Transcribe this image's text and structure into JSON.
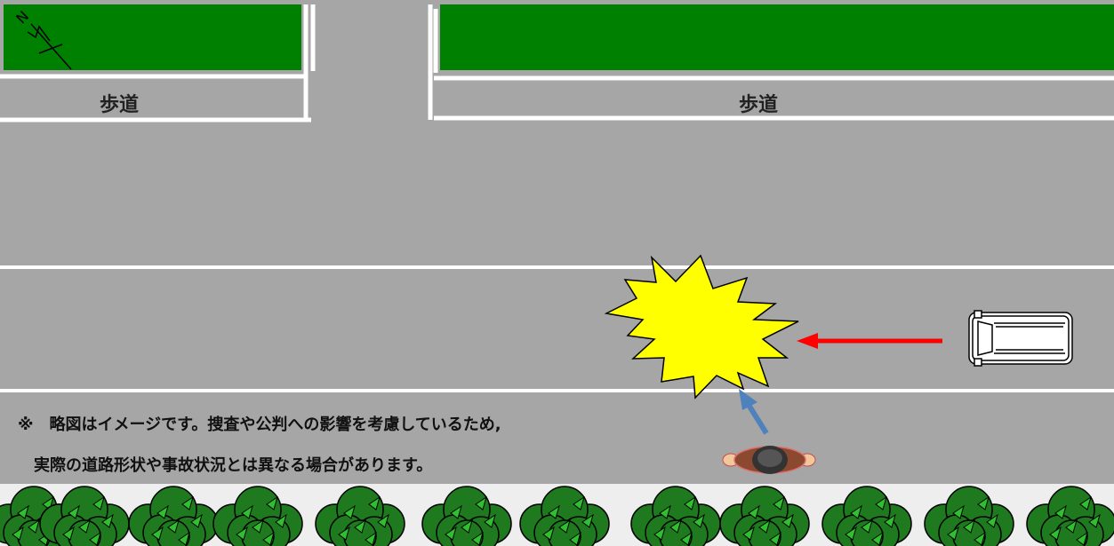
{
  "sidewalk_left_label": "歩道",
  "sidewalk_right_label": "歩道",
  "compass_label": "N",
  "note_line1": "※　略図はイメージです。捜査や公判への影響を考慮しているため,",
  "note_line2": "実際の道路形状や事故状況とは異なる場合があります。",
  "colors": {
    "grass": "#008000",
    "road": "#a6a6a6",
    "sidewalk": "#a6a6a6",
    "lane_line": "#ffffff",
    "shrub_strip": "#eeeeee",
    "impact": "#ffff00",
    "vehicle_arrow": "#ff0000",
    "pedestrian_arrow": "#4f81bd"
  },
  "icons": [
    "compass-icon",
    "impact-burst-icon",
    "vehicle-icon",
    "pedestrian-icon",
    "shrub-icon"
  ]
}
